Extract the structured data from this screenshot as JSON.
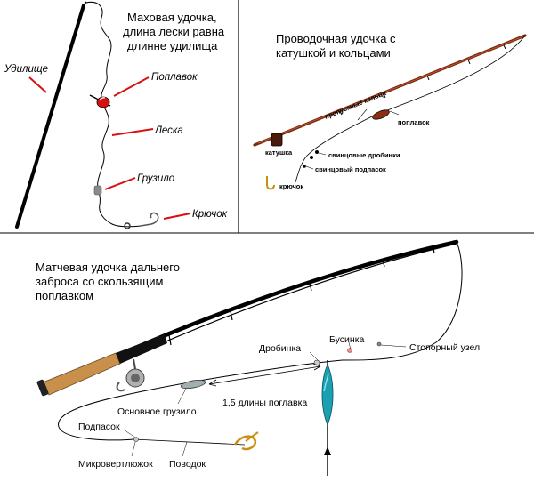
{
  "panel_fly": {
    "caption_lines": [
      "Маховая удочка,",
      "длина лески равна",
      "длинне удилища"
    ],
    "labels": {
      "rod": "Удилище",
      "float": "Поплавок",
      "line": "Леска",
      "sinker": "Грузило",
      "hook": "Крючок"
    },
    "colors": {
      "pointer": "#d81010",
      "float": "#d81010"
    }
  },
  "panel_reel": {
    "caption_lines": [
      "Проводочная удочка с",
      "катушкой и кольцами"
    ],
    "labels": {
      "rings": "пропускные кольца",
      "float": "поплавок",
      "reel": "катушка",
      "shot": "свинцовые дробинки",
      "weight": "свинцовый подпасок",
      "hook": "крючок"
    },
    "colors": {
      "rod": "#7a2a10",
      "float": "#8a3010",
      "hook": "#c89010"
    }
  },
  "panel_match": {
    "caption_lines": [
      "Матчевая удочка дальнего",
      "заброса со скользящим",
      "поплавком"
    ],
    "labels": {
      "bead": "Бусинка",
      "shot": "Дробинка",
      "stop_knot": "Стопорный узел",
      "main_sinker": "Основное грузило",
      "distance": "1,5 длины поглавка",
      "weight": "Подпасок",
      "swivel": "Микровертлюжок",
      "leader": "Поводок"
    },
    "colors": {
      "float": "#1aa0b0",
      "handle": "#c8904a"
    }
  }
}
